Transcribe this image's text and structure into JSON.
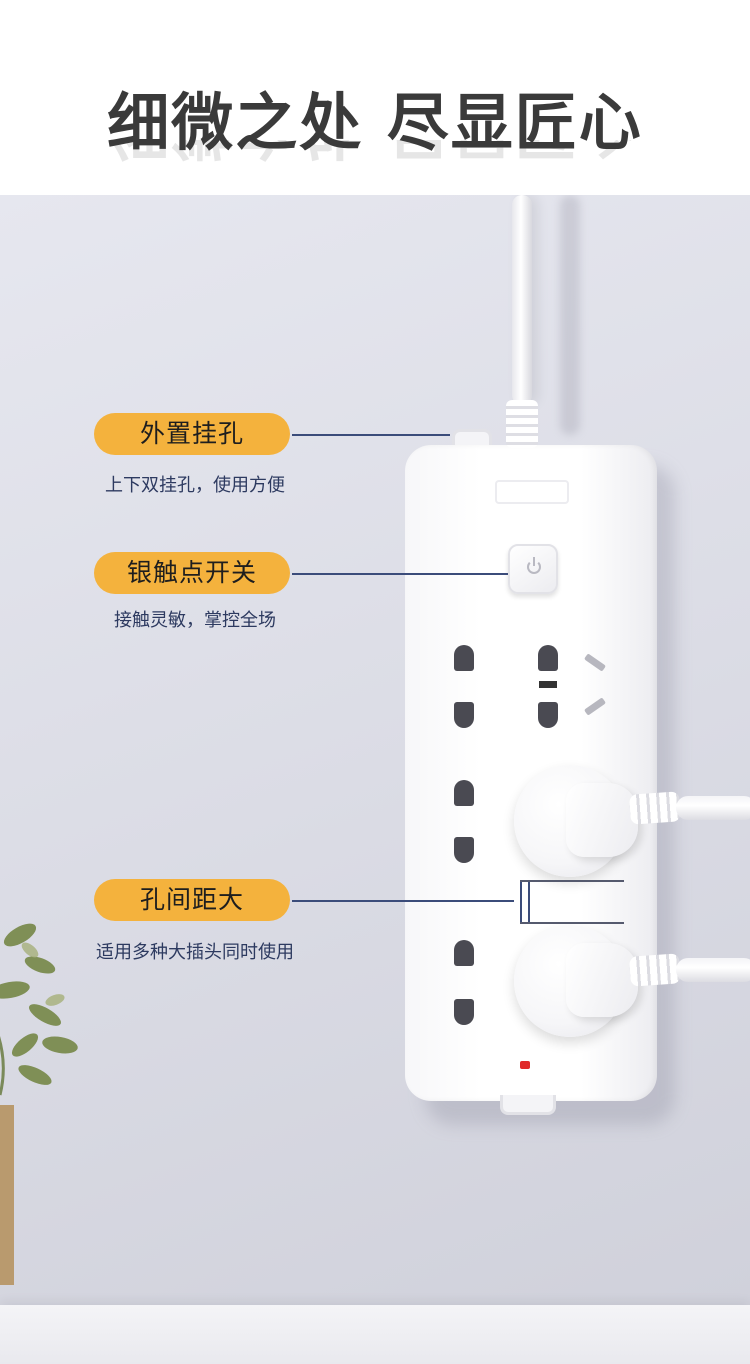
{
  "header": {
    "title": "细微之处 尽显匠心"
  },
  "features": [
    {
      "label": "外置挂孔",
      "description": "上下双挂孔，使用方便"
    },
    {
      "label": "银触点开关",
      "description": "接触灵敏，掌控全场"
    },
    {
      "label": "孔间距大",
      "description": "适用多种大插头同时使用"
    }
  ],
  "colors": {
    "pill": "#f4b23d",
    "leader": "#3b4c7a",
    "description_text": "#2d3a60",
    "title_text": "#3a3a3a"
  },
  "icons": {
    "switch": "power-icon",
    "indicator": "led-indicator-icon"
  }
}
